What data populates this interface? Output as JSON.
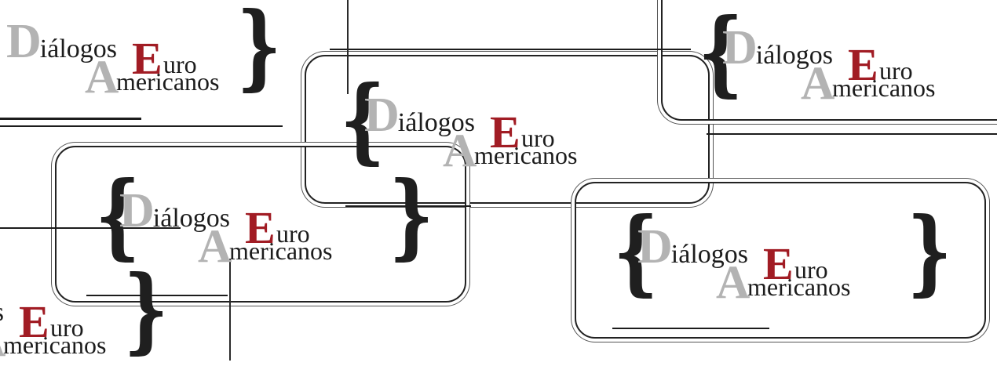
{
  "banner": {
    "logo": {
      "cap_d": "D",
      "rest_1": "iálogos",
      "cap_e": "E",
      "rest_e": "uro",
      "cap_a": "A",
      "rest_a": "mericanos",
      "brace_open": "{",
      "brace_close": "}"
    },
    "colors": {
      "accent_red": "#a11c24",
      "gray_initials": "#b3b3b3",
      "ink": "#1c1c1c",
      "background": "#ffffff"
    },
    "instances": 5
  }
}
